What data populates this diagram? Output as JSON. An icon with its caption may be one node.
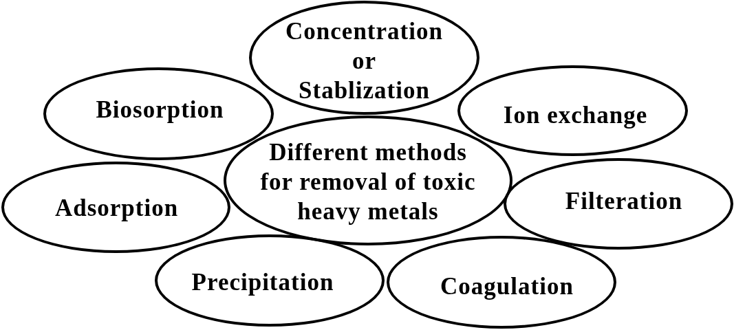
{
  "diagram": {
    "nodes": [
      {
        "text": [
          "Concentration or Stablization"
        ]
      },
      {
        "text": [
          "Biosorption"
        ]
      },
      {
        "text": [
          "Ion exchange"
        ]
      },
      {
        "text": [
          "Different methods for removal of toxic heavy metals"
        ]
      },
      {
        "text": [
          "Adsorption"
        ]
      },
      {
        "text": [
          "Filteration"
        ]
      },
      {
        "text": [
          "Precipitation"
        ]
      },
      {
        "text": [
          "Coagulation"
        ]
      }
    ]
  }
}
